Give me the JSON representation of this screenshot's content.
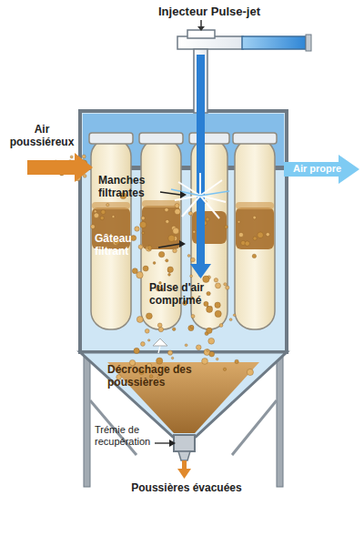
{
  "diagram": {
    "labels": [
      "Injecteur Pulse-jet",
      "Air poussiéreux",
      "Air propre",
      "Manches filtrantes",
      "Gâteau filtrant",
      "Pulse d'air comprimé",
      "Décrochage des poussières",
      "Trémie de recupération",
      "Poussières évacuées"
    ]
  }
}
